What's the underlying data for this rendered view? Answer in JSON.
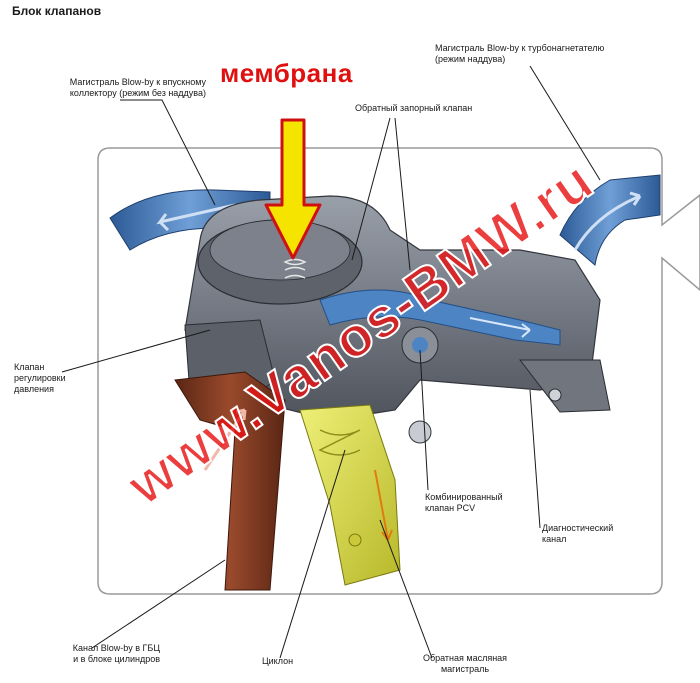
{
  "title": "Блок клапанов",
  "callout": "мембрана",
  "labels": {
    "intake_manifold_line": "Магистраль Blow-by к впускному\nколлектору (режим без наддува)",
    "check_valve": "Обратный запорный клапан",
    "turbo_line": "Магистраль Blow-by к турбонагнетателю\n(режим наддува)",
    "pressure_valve": "Клапан\nрегулировки\nдавления",
    "pcv_valve": "Комбинированный\nклапан PCV",
    "diagnostic_channel": "Диагностический\nканал",
    "head_channel": "Канал Blow-by в ГБЦ\nи в блоке цилиндров",
    "cyclone": "Циклон",
    "oil_return": "Обратная масляная\nмагистраль"
  },
  "watermark": "www.Vanos-BMW.ru",
  "colors": {
    "callout_red": "#e01010",
    "arrow_yellow": "#f5e400",
    "arrow_outline": "#d01010",
    "body_gray": "#6f7480",
    "flow_blue": "#3b6fb0",
    "channel_brown": "#7a3520",
    "cyclone_yellow": "#d8d84a"
  }
}
